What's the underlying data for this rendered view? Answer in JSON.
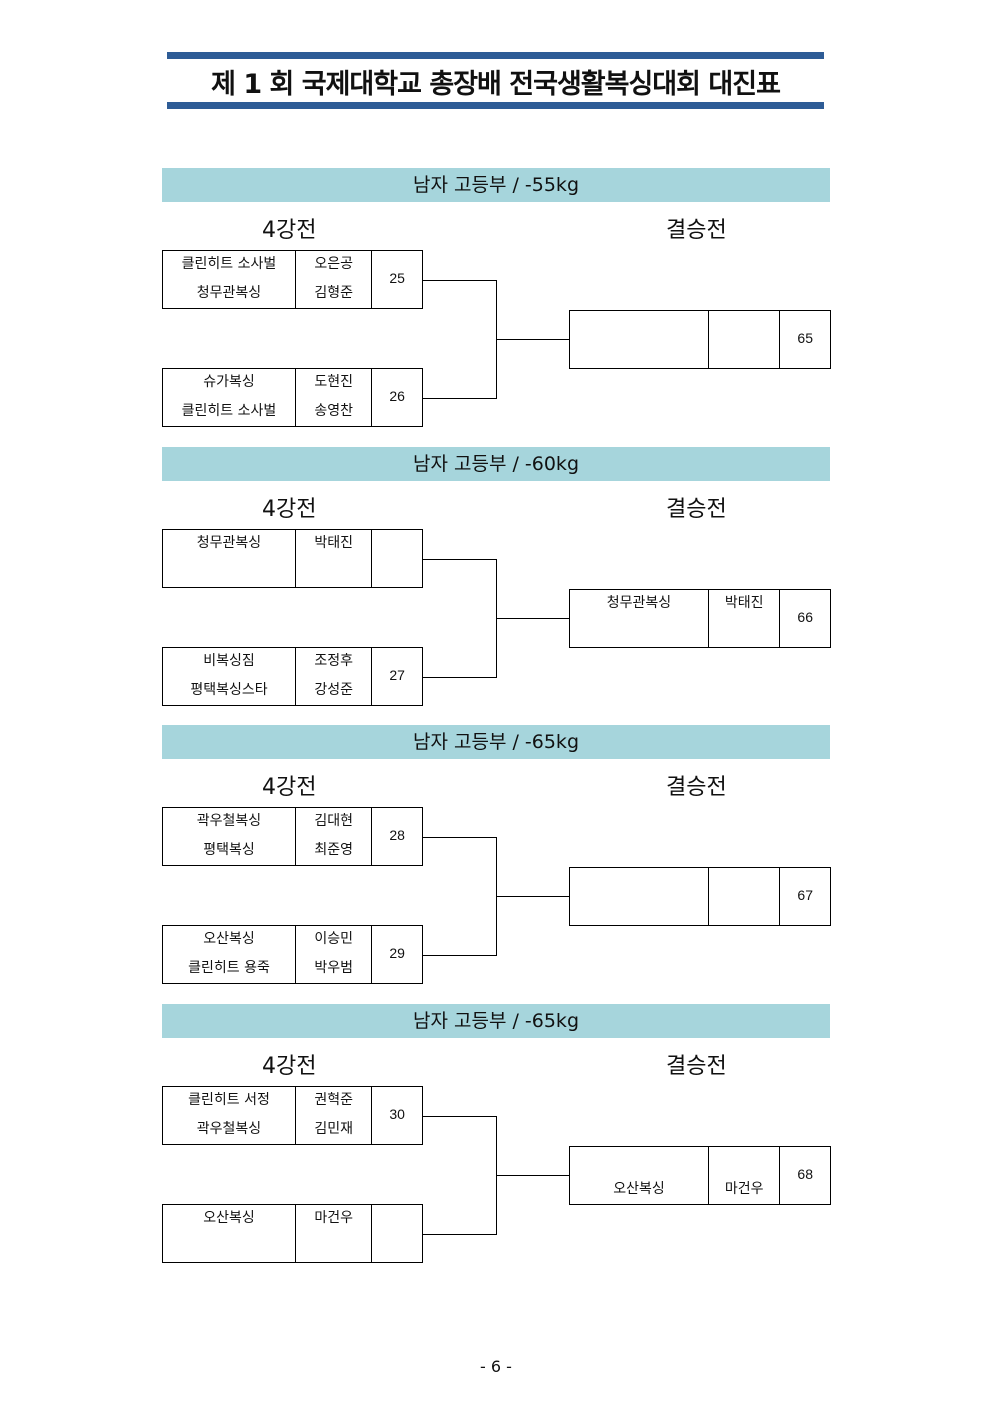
{
  "title": "제 1 회  국제대학교  총장배  전국생활복싱대회  대진표",
  "page_number": "- 6 -",
  "colors": {
    "title_bar": "#2e5c96",
    "section_header": "#a6d5dc"
  },
  "sections": [
    {
      "header": "남자  고등부  /  -55kg",
      "round1_label": "4강전",
      "final_label": "결승전",
      "top": {
        "clubs": [
          "클린히트  소사벌",
          "청무관복싱"
        ],
        "names": [
          "오은공",
          "김형준"
        ],
        "num": "25"
      },
      "bottom": {
        "clubs": [
          "슈가복싱",
          "클린히트  소사벌"
        ],
        "names": [
          "도현진",
          "송영찬"
        ],
        "num": "26"
      },
      "final": {
        "clubs": [
          "",
          ""
        ],
        "names": [
          "",
          ""
        ],
        "num": "65"
      }
    },
    {
      "header": "남자  고등부  /  -60kg",
      "round1_label": "4강전",
      "final_label": "결승전",
      "top": {
        "clubs": [
          "청무관복싱",
          ""
        ],
        "names": [
          "박태진",
          ""
        ],
        "num": ""
      },
      "bottom": {
        "clubs": [
          "비복싱짐",
          "평택복싱스타"
        ],
        "names": [
          "조정후",
          "강성준"
        ],
        "num": "27"
      },
      "final": {
        "clubs": [
          "청무관복싱",
          ""
        ],
        "names": [
          "박태진",
          ""
        ],
        "num": "66"
      }
    },
    {
      "header": "남자  고등부  /  -65kg",
      "round1_label": "4강전",
      "final_label": "결승전",
      "top": {
        "clubs": [
          "곽우철복싱",
          "평택복싱"
        ],
        "names": [
          "김대현",
          "최준영"
        ],
        "num": "28"
      },
      "bottom": {
        "clubs": [
          "오산복싱",
          "클린히트  용죽"
        ],
        "names": [
          "이승민",
          "박우범"
        ],
        "num": "29"
      },
      "final": {
        "clubs": [
          "",
          ""
        ],
        "names": [
          "",
          ""
        ],
        "num": "67"
      }
    },
    {
      "header": "남자  고등부  /  -65kg",
      "round1_label": "4강전",
      "final_label": "결승전",
      "top": {
        "clubs": [
          "클린히트  서정",
          "곽우철복싱"
        ],
        "names": [
          "권혁준",
          "김민재"
        ],
        "num": "30"
      },
      "bottom": {
        "clubs": [
          "오산복싱",
          ""
        ],
        "names": [
          "마건우",
          ""
        ],
        "num": ""
      },
      "final": {
        "clubs": [
          "",
          "오산복싱"
        ],
        "names": [
          "",
          "마건우"
        ],
        "num": "68"
      }
    }
  ]
}
